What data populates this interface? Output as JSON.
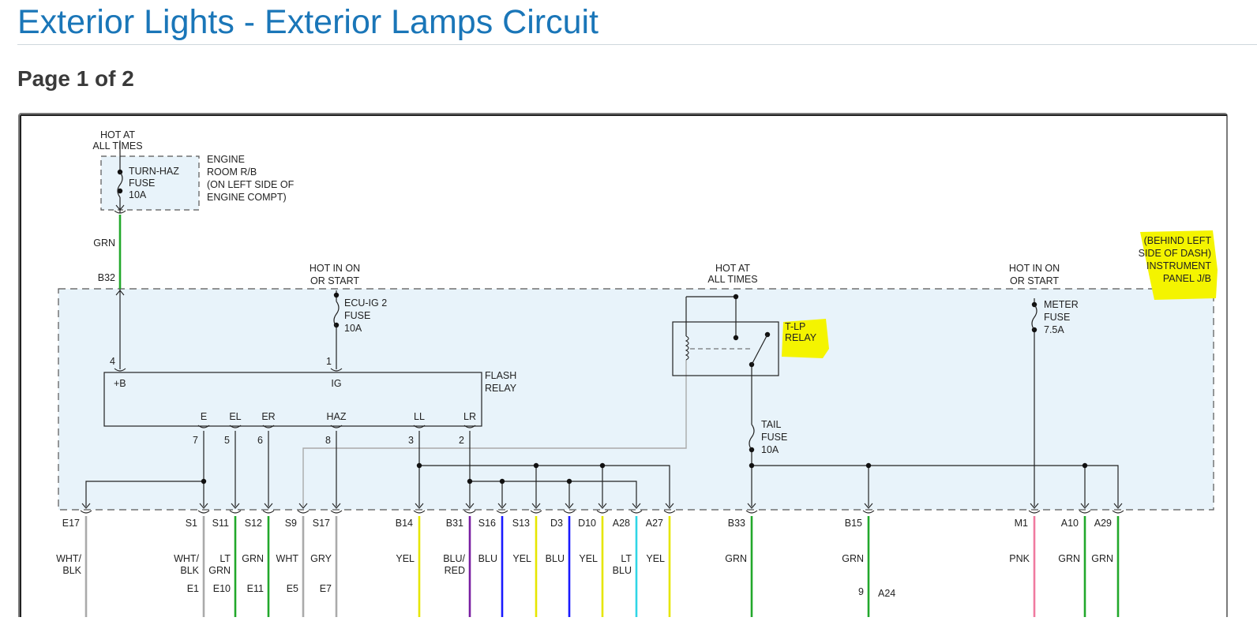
{
  "page": {
    "title": "Exterior Lights - Exterior Lamps Circuit",
    "page_indicator": "Page 1 of 2"
  },
  "diagram": {
    "colors": {
      "panel_fill": "#e8f3fa",
      "green_wire": "#22a82b",
      "yellow_wire": "#e6e600",
      "blue_wire": "#1a1aff",
      "purple_wire": "#7a1fa2",
      "cyan_wire": "#2fd6e6",
      "pink_wire": "#f07aa0",
      "gray_wire": "#aaaaaa",
      "highlight": "#f4f400"
    },
    "engine_rb": {
      "hot_label": [
        "HOT AT",
        "ALL TIMES"
      ],
      "fuse_label": [
        "TURN-HAZ",
        "FUSE",
        "10A"
      ],
      "box_label": [
        "ENGINE",
        "ROOM R/B",
        "(ON LEFT SIDE OF",
        "ENGINE COMPT)"
      ],
      "wire_color": "GRN",
      "connector": "B32"
    },
    "jb": {
      "label": [
        "(BEHIND LEFT",
        "SIDE OF DASH)",
        "INSTRUMENT",
        "PANEL J/B"
      ],
      "hot_ig": [
        "HOT IN ON",
        "OR START"
      ],
      "ecu_fuse": [
        "ECU-IG 2",
        "FUSE",
        "10A"
      ],
      "hot_all": [
        "HOT AT",
        "ALL TIMES"
      ],
      "relay_label": [
        "T-LP",
        "RELAY"
      ],
      "tail_fuse": [
        "TAIL",
        "FUSE",
        "10A"
      ],
      "hot_meter": [
        "HOT IN ON",
        "OR START"
      ],
      "meter_fuse": [
        "METER",
        "FUSE",
        "7.5A"
      ]
    },
    "flash_relay": {
      "label": [
        "FLASH",
        "RELAY"
      ],
      "pins": [
        "+B",
        "IG",
        "E",
        "EL",
        "ER",
        "HAZ",
        "LL",
        "LR"
      ],
      "pin_numbers": [
        "4",
        "1",
        "7",
        "5",
        "6",
        "8",
        "3",
        "2"
      ]
    },
    "connectors": [
      {
        "id": "E17",
        "wire": [
          "WHT/",
          "BLK"
        ],
        "next": ""
      },
      {
        "id": "S1",
        "wire": [
          "WHT/",
          "BLK"
        ],
        "next": "E1"
      },
      {
        "id": "S11",
        "wire": [
          "LT",
          "GRN"
        ],
        "next": "E10"
      },
      {
        "id": "S12",
        "wire": [
          "GRN"
        ],
        "next": "E11"
      },
      {
        "id": "S9",
        "wire": [
          "WHT"
        ],
        "next": "E5"
      },
      {
        "id": "S17",
        "wire": [
          "GRY"
        ],
        "next": "E7"
      },
      {
        "id": "B14",
        "wire": [
          "YEL"
        ],
        "next": ""
      },
      {
        "id": "B31",
        "wire": [
          "BLU/",
          "RED"
        ],
        "next": ""
      },
      {
        "id": "S16",
        "wire": [
          "BLU"
        ],
        "next": ""
      },
      {
        "id": "S13",
        "wire": [
          "YEL"
        ],
        "next": ""
      },
      {
        "id": "D3",
        "wire": [
          "BLU"
        ],
        "next": ""
      },
      {
        "id": "D10",
        "wire": [
          "YEL"
        ],
        "next": ""
      },
      {
        "id": "A28",
        "wire": [
          "LT",
          "BLU"
        ],
        "next": ""
      },
      {
        "id": "A27",
        "wire": [
          "YEL"
        ],
        "next": ""
      },
      {
        "id": "B33",
        "wire": [
          "GRN"
        ],
        "next": ""
      },
      {
        "id": "B15",
        "wire": [
          "GRN"
        ],
        "next": ""
      },
      {
        "id": "M1",
        "wire": [
          "PNK"
        ],
        "next": ""
      },
      {
        "id": "A10",
        "wire": [
          "GRN"
        ],
        "next": ""
      },
      {
        "id": "A29",
        "wire": [
          "GRN"
        ],
        "next": ""
      }
    ],
    "partial_bottom": {
      "pin": "9",
      "id": "A24"
    }
  }
}
